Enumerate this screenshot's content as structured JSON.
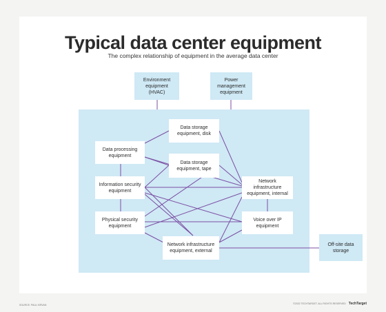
{
  "title": "Typical data center equipment",
  "subtitle": "The complex relationship of equipment in the average data center",
  "boxes": {
    "environment": "Environment equipment (HVAC)",
    "power": "Power management equipment",
    "storage_disk": "Data storage equipment, disk",
    "data_processing": "Data processing equipment",
    "storage_tape": "Data storage equipment, tape",
    "info_security": "Information security equipment",
    "network_internal": "Network infrastructure equipment, internal",
    "physical_security": "Physical security equipment",
    "voip": "Voice over IP equipment",
    "network_external": "Network infrastructure equipment, external",
    "offsite": "Off-site data storage"
  },
  "footer": {
    "source": "SOURCE: PAUL KIRVAN",
    "copyright": "©2022 TECHTARGET. ALL RIGHTS RESERVED",
    "brand": "TechTarget"
  },
  "colors": {
    "panel": "#cfe9f5",
    "line": "#7b4fa3",
    "title": "#2b2b2b"
  }
}
